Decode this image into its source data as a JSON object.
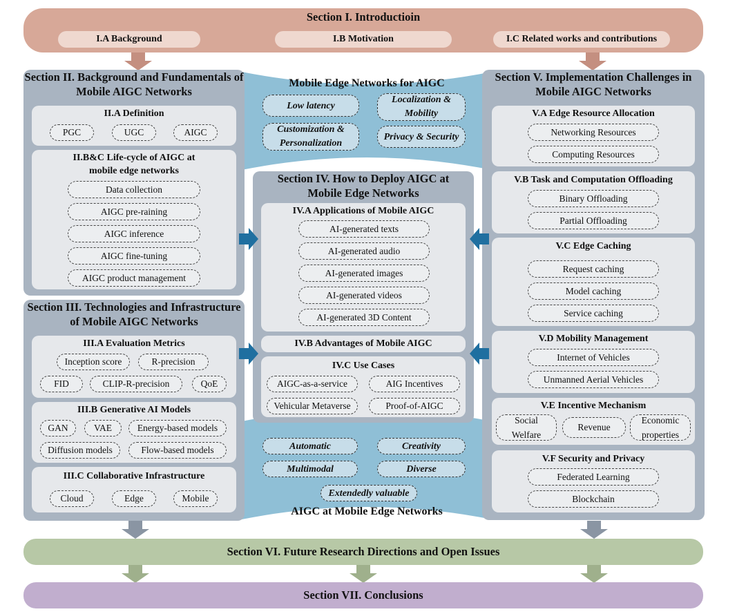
{
  "colors": {
    "intro": "#d7a898",
    "panel": "#a9b4c1",
    "sub_panel": "#e6e8eb",
    "aigc_blue": "#8fbfd6",
    "future": "#b7c8a6",
    "conclusions": "#c1aece",
    "arrow_blue": "#1f6fa0",
    "arrow_gray": "#8a95a3"
  },
  "intro": {
    "title": "Section I. Introductioin",
    "items": [
      "I.A Background",
      "I.B Motivation",
      "I.C Related works and contributions"
    ]
  },
  "sec2": {
    "title": "Section II. Background and Fundamentals of Mobile AIGC Networks",
    "def": {
      "title": "II.A Definition",
      "items": [
        "PGC",
        "UGC",
        "AIGC"
      ]
    },
    "life": {
      "title": "II.B&C Life-cycle of AIGC at mobile edge networks",
      "items": [
        "Data collection",
        "AIGC pre-raining",
        "AIGC inference",
        "AIGC fine-tuning",
        "AIGC product management"
      ]
    }
  },
  "sec3": {
    "title": "Section III. Technologies and Infrastructure of Mobile AIGC Networks",
    "eval": {
      "title": "III.A Evaluation Metrics",
      "items": [
        "Inception score",
        "R-precision",
        "FID",
        "CLIP-R-precision",
        "QoE"
      ]
    },
    "gen": {
      "title": "III.B Generative AI Models",
      "items": [
        "GAN",
        "VAE",
        "Energy-based models",
        "Diffusion models",
        "Flow-based models"
      ]
    },
    "collab": {
      "title": "III.C Collaborative Infrastructure",
      "items": [
        "Cloud",
        "Edge",
        "Mobile"
      ]
    }
  },
  "center_top": {
    "title": "Mobile Edge Networks for AIGC",
    "items": [
      "Low latency",
      "Localization & Mobility",
      "Customization & Personalization",
      "Privacy & Security"
    ]
  },
  "sec4": {
    "title": "Section IV. How to Deploy AIGC at Mobile Edge Networks",
    "apps": {
      "title": "IV.A Applications of Mobile AIGC",
      "items": [
        "AI-generated texts",
        "AI-generated audio",
        "AI-generated images",
        "AI-generated videos",
        "AI-generated 3D Content"
      ]
    },
    "adv": {
      "title": "IV.B Advantages of Mobile AIGC"
    },
    "cases": {
      "title": "IV.C Use Cases",
      "items": [
        "AIGC-as-a-service",
        "AIG Incentives",
        "Vehicular Metaverse",
        "Proof-of-AIGC"
      ]
    }
  },
  "center_bottom": {
    "title": "AIGC at Mobile Edge Networks",
    "items": [
      "Automatic",
      "Creativity",
      "Multimodal",
      "Diverse",
      "Extendedly valuable"
    ]
  },
  "sec5": {
    "title": "Section V. Implementation Challenges in Mobile AIGC Networks",
    "a": {
      "title": "V.A Edge Resource Allocation",
      "items": [
        "Networking Resources",
        "Computing Resources"
      ]
    },
    "b": {
      "title": "V.B Task and Computation Offloading",
      "items": [
        "Binary Offloading",
        "Partial Offloading"
      ]
    },
    "c": {
      "title": "V.C Edge Caching",
      "items": [
        "Request caching",
        "Model caching",
        "Service caching"
      ]
    },
    "d": {
      "title": "V.D Mobility Management",
      "items": [
        "Internet of Vehicles",
        "Unmanned Aerial Vehicles"
      ]
    },
    "e": {
      "title": "V.E Incentive Mechanism",
      "items": [
        "Social Welfare",
        "Revenue",
        "Economic properties"
      ]
    },
    "f": {
      "title": "V.F Security and Privacy",
      "items": [
        "Federated Learning",
        "Blockchain"
      ]
    }
  },
  "sec6": {
    "title": "Section VI. Future Research Directions and Open Issues"
  },
  "sec7": {
    "title": "Section VII. Conclusions"
  }
}
